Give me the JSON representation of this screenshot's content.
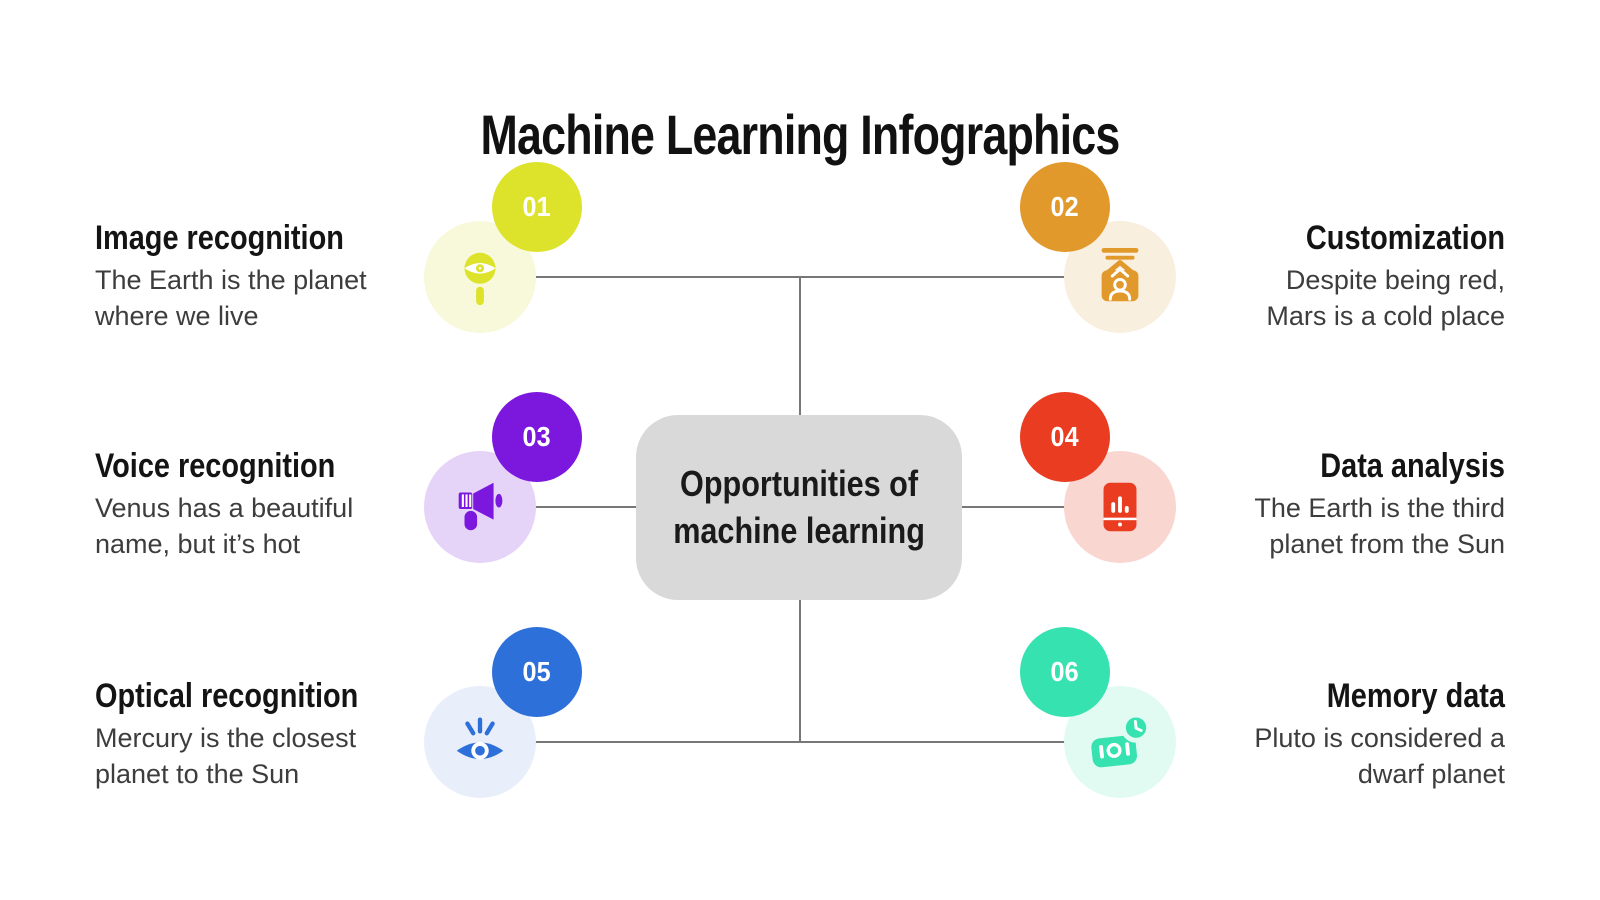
{
  "title": "Machine Learning Infographics",
  "center": {
    "label": "Opportunities of\nmachine learning",
    "bg": "#d9d9d9"
  },
  "connectors": {
    "color": "#777777"
  },
  "nodes": [
    {
      "id": "01",
      "heading": "Image recognition",
      "body": "The Earth is the planet\nwhere we live",
      "side": "left",
      "row": 1,
      "color": "#dde22b",
      "pale": "#f8f8da",
      "icon": "magnifier-eye-icon"
    },
    {
      "id": "02",
      "heading": "Customization",
      "body": "Despite being red,\nMars is a cold place",
      "side": "right",
      "row": 1,
      "color": "#e2992b",
      "pale": "#f9efdf",
      "icon": "id-badge-icon"
    },
    {
      "id": "03",
      "heading": "Voice recognition",
      "body": "Venus has a beautiful\nname, but it’s hot",
      "side": "left",
      "row": 2,
      "color": "#7c17dd",
      "pale": "#e6d3f8",
      "icon": "megaphone-icon"
    },
    {
      "id": "04",
      "heading": "Data analysis",
      "body": "The Earth is the third\nplanet from the Sun",
      "side": "right",
      "row": 2,
      "color": "#e93c21",
      "pale": "#f9d6d0",
      "icon": "tablet-chart-icon"
    },
    {
      "id": "05",
      "heading": "Optical recognition",
      "body": "Mercury is the closest\nplanet to the Sun",
      "side": "left",
      "row": 3,
      "color": "#2e70da",
      "pale": "#e9eefb",
      "icon": "eye-rays-icon"
    },
    {
      "id": "06",
      "heading": "Memory data",
      "body": "Pluto is considered a\ndwarf planet",
      "side": "right",
      "row": 3,
      "color": "#36e2b0",
      "pale": "#e1fbf3",
      "icon": "camera-clock-icon"
    }
  ]
}
